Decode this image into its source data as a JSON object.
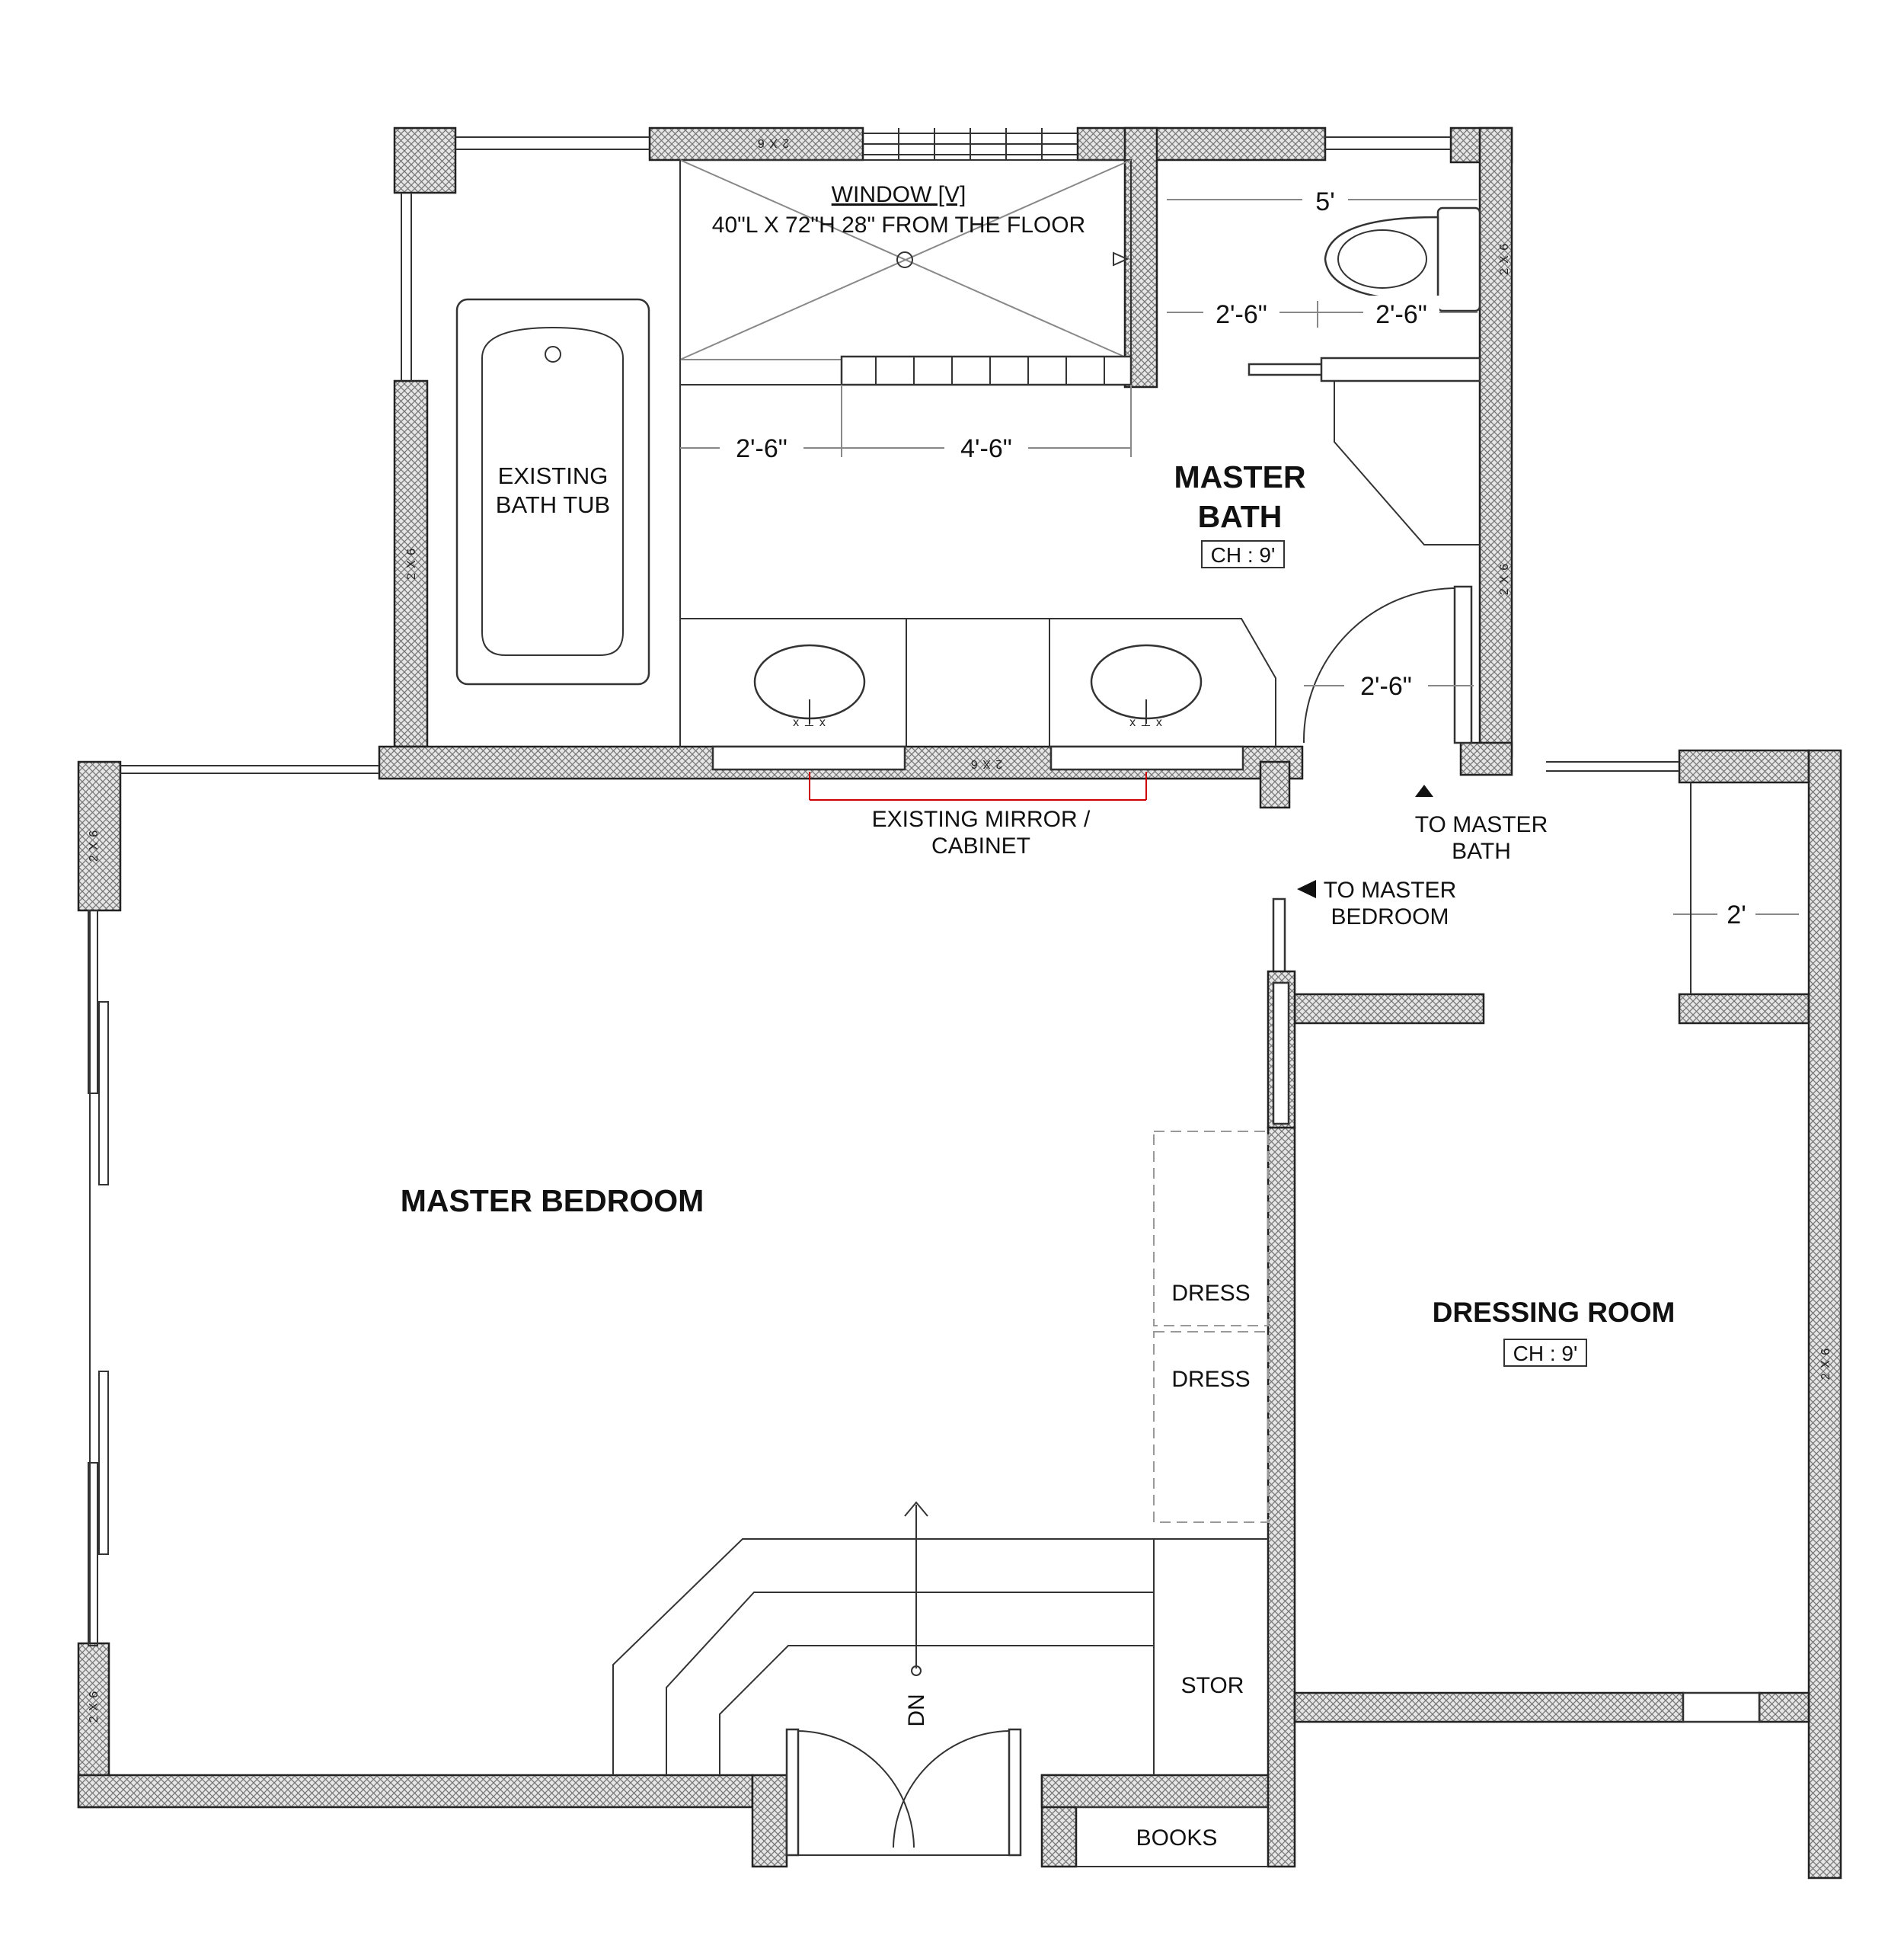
{
  "rooms": {
    "master_bath_line1": "MASTER",
    "master_bath_line2": "BATH",
    "master_bath_ch": "CH : 9'",
    "master_bedroom": "MASTER BEDROOM",
    "dressing_room": "DRESSING ROOM",
    "dressing_room_ch": "CH : 9'"
  },
  "labels": {
    "window_title": "WINDOW [V]",
    "window_spec": "40\"L X 72\"H 28\" FROM THE FLOOR",
    "tub_line1": "EXISTING",
    "tub_line2": "BATH TUB",
    "mirror_line1": "EXISTING MIRROR /",
    "mirror_line2": "CABINET",
    "to_bath_line1": "TO MASTER",
    "to_bath_line2": "BATH",
    "to_bedroom_line1": "TO MASTER",
    "to_bedroom_line2": "BEDROOM",
    "dress_1": "DRESS",
    "dress_2": "DRESS",
    "stor": "STOR",
    "books": "BOOKS",
    "stair_dn": "DN",
    "stud": "2 X 6"
  },
  "dimensions": {
    "toilet_width": "5'",
    "toilet_left": "2'-6\"",
    "toilet_right": "2'-6\"",
    "shower_left": "2'-6\"",
    "shower_right": "4'-6\"",
    "door": "2'-6\"",
    "closet": "2'"
  },
  "colors": {
    "wall_hatch": "#555555",
    "mirror_marker": "#cc0000",
    "line": "#333333"
  },
  "icons": {
    "arrow_up": "up-triangle-icon",
    "arrow_left": "left-triangle-icon"
  }
}
